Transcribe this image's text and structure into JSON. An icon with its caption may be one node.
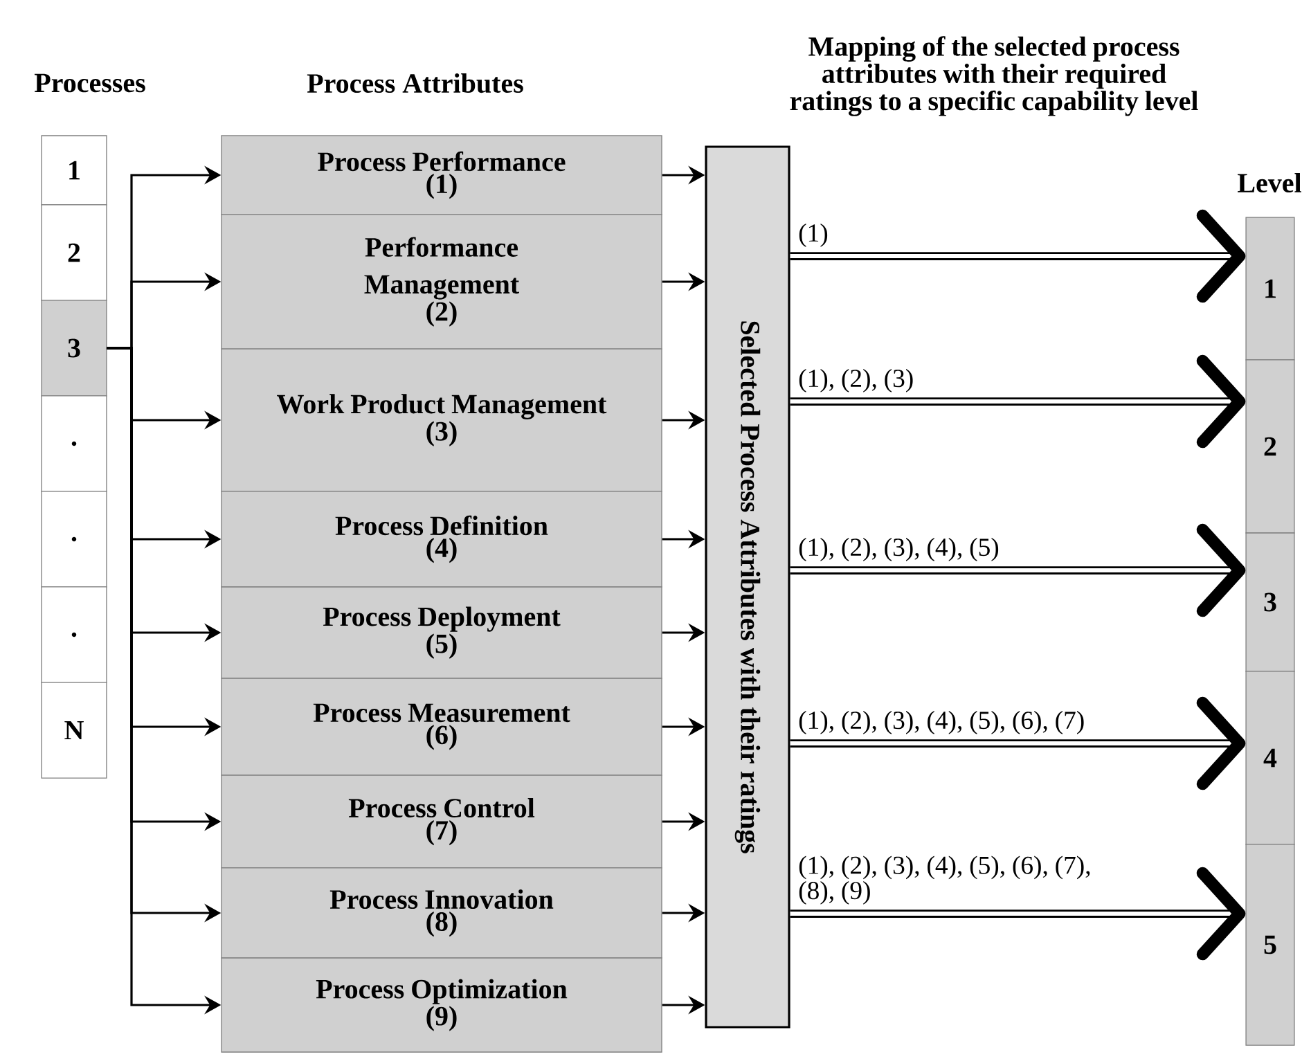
{
  "diagram": {
    "nodes": [
      {
        "text": [
          "1"
        ]
      },
      {
        "text": [
          "2"
        ]
      },
      {
        "text": [
          "3"
        ]
      },
      {
        "text": [
          "."
        ]
      },
      {
        "text": [
          "."
        ]
      },
      {
        "text": [
          "."
        ]
      },
      {
        "text": [
          "N"
        ]
      },
      {
        "text": [
          "Process Performance",
          "(1)"
        ]
      },
      {
        "text": [
          "Performance Management",
          "(2)"
        ]
      },
      {
        "text": [
          "Work Product Management",
          "(3)"
        ]
      },
      {
        "text": [
          "Process Definition",
          "(4)"
        ]
      },
      {
        "text": [
          "Process Deployment",
          "(5)"
        ]
      },
      {
        "text": [
          "Process Measurement",
          "(6)"
        ]
      },
      {
        "text": [
          "Process Control",
          "(7)"
        ]
      },
      {
        "text": [
          "Process Innovation",
          "(8)"
        ]
      },
      {
        "text": [
          "Process Optimization",
          "(9)"
        ]
      },
      {
        "text": [
          "Selected Process Attributes with their ratings"
        ]
      },
      {
        "text": [
          "1"
        ]
      },
      {
        "text": [
          "2"
        ]
      },
      {
        "text": [
          "3"
        ]
      },
      {
        "text": [
          "4"
        ]
      },
      {
        "text": [
          "5"
        ]
      }
    ],
    "edges": [
      {
        "from": 2,
        "to": 7,
        "arrow": "to"
      },
      {
        "from": 2,
        "to": 8,
        "arrow": "to"
      },
      {
        "from": 2,
        "to": 9,
        "arrow": "to"
      },
      {
        "from": 2,
        "to": 10,
        "arrow": "to"
      },
      {
        "from": 2,
        "to": 11,
        "arrow": "to"
      },
      {
        "from": 2,
        "to": 12,
        "arrow": "to"
      },
      {
        "from": 2,
        "to": 13,
        "arrow": "to"
      },
      {
        "from": 2,
        "to": 14,
        "arrow": "to"
      },
      {
        "from": 2,
        "to": 15,
        "arrow": "to"
      },
      {
        "from": 7,
        "to": 16,
        "arrow": "to"
      },
      {
        "from": 8,
        "to": 16,
        "arrow": "to"
      },
      {
        "from": 9,
        "to": 16,
        "arrow": "to"
      },
      {
        "from": 10,
        "to": 16,
        "arrow": "to"
      },
      {
        "from": 11,
        "to": 16,
        "arrow": "to"
      },
      {
        "from": 12,
        "to": 16,
        "arrow": "to"
      },
      {
        "from": 13,
        "to": 16,
        "arrow": "to"
      },
      {
        "from": 14,
        "to": 16,
        "arrow": "to"
      },
      {
        "from": 15,
        "to": 16,
        "arrow": "to"
      },
      {
        "from": 16,
        "to": 17,
        "arrow": "to",
        "style": "thick",
        "label": "(1)"
      },
      {
        "from": 16,
        "to": 18,
        "arrow": "to",
        "style": "thick",
        "label": "(1), (2), (3)"
      },
      {
        "from": 16,
        "to": 19,
        "arrow": "to",
        "style": "thick",
        "label": "(1), (2), (3), (4), (5)"
      },
      {
        "from": 16,
        "to": 20,
        "arrow": "to",
        "style": "thick",
        "label": "(1), (2), (3), (4), (5), (6), (7)"
      },
      {
        "from": 16,
        "to": 21,
        "arrow": "to",
        "style": "thick",
        "label": "(1), (2), (3), (4), (5), (6), (7), (8), (9)"
      }
    ],
    "labels": [
      "Processes",
      "Process Attributes",
      "Mapping of the selected process attributes with their required ratings to a specific capability level",
      "Level"
    ]
  }
}
